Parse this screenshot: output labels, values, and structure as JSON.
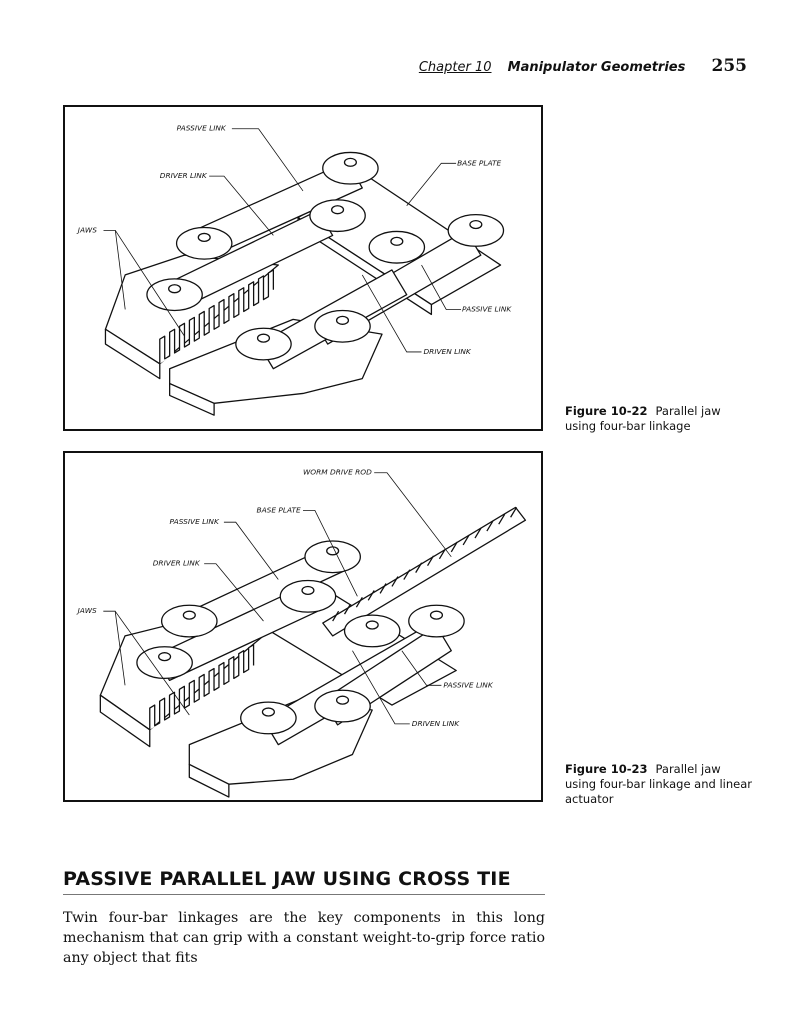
{
  "header": {
    "chapter": "Chapter 10",
    "section": "Manipulator Geometries",
    "page_number": "255"
  },
  "figures": [
    {
      "number": "Figure 10-22",
      "caption": "Parallel jaw using four-bar linkage",
      "callouts": {
        "passive_link_top": "PASSIVE LINK",
        "driver_link": "DRIVER LINK",
        "jaws": "JAWS",
        "base_plate": "BASE PLATE",
        "passive_link_right": "PASSIVE LINK",
        "driven_link": "DRIVEN LINK"
      }
    },
    {
      "number": "Figure 10-23",
      "caption": "Parallel jaw using four-bar linkage and linear actuator",
      "callouts": {
        "worm_drive_rod": "WORM DRIVE ROD",
        "base_plate": "BASE PLATE",
        "passive_link_top": "PASSIVE LINK",
        "driver_link": "DRIVER LINK",
        "jaws": "JAWS",
        "passive_link_right": "PASSIVE LINK",
        "driven_link": "DRIVEN LINK"
      }
    }
  ],
  "section": {
    "heading": "PASSIVE PARALLEL JAW USING CROSS TIE",
    "body": "Twin four-bar linkages are the key components in this long mechanism that can grip with a constant weight-to-grip force ratio any object that fits"
  }
}
